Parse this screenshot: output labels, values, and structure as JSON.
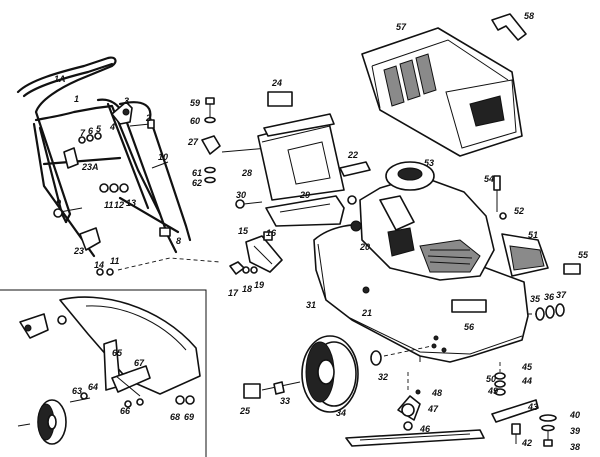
{
  "diagram": {
    "labels": [
      "1A",
      "1",
      "2",
      "3",
      "7",
      "6",
      "5",
      "4",
      "23A",
      "10",
      "11",
      "12",
      "13",
      "9",
      "8",
      "23",
      "14",
      "11",
      "59",
      "60",
      "24",
      "27",
      "61",
      "62",
      "28",
      "30",
      "29",
      "22",
      "15",
      "16",
      "17",
      "18",
      "19",
      "21",
      "31",
      "20",
      "56",
      "53",
      "57",
      "58",
      "54",
      "52",
      "51",
      "55",
      "35",
      "36",
      "37",
      "32",
      "33",
      "25",
      "34",
      "48",
      "47",
      "46",
      "50",
      "45",
      "49",
      "44",
      "43",
      "40",
      "39",
      "38",
      "42",
      "65",
      "67",
      "66",
      "64",
      "63",
      "68",
      "69"
    ]
  }
}
